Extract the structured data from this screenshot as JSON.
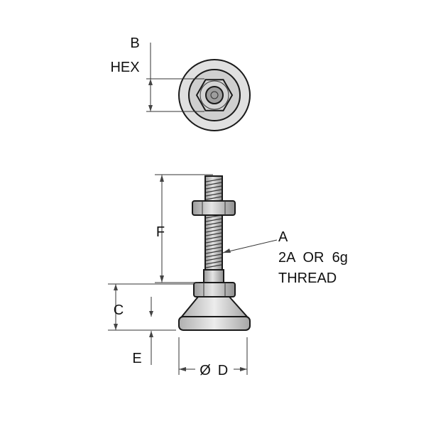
{
  "labels": {
    "b": "B",
    "hex": "HEX",
    "f": "F",
    "c": "C",
    "e": "E",
    "a": "A",
    "thread_spec": "2A  OR  6g",
    "thread_word": "THREAD",
    "diameter_symbol": "Ø",
    "d": "D"
  },
  "colors": {
    "line": "#1a1a1a",
    "fill_light": "#d9d9d9",
    "fill_mid": "#bdbdbd",
    "fill_dark": "#8a8a8a",
    "background": "#ffffff"
  }
}
